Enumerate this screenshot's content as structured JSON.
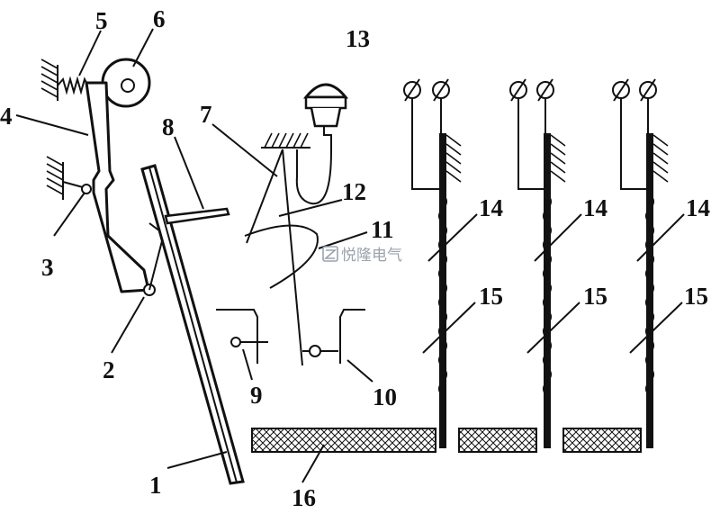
{
  "labels": {
    "l1": "1",
    "l2": "2",
    "l3": "3",
    "l4": "4",
    "l5": "5",
    "l6": "6",
    "l7": "7",
    "l8": "8",
    "l9": "9",
    "l10": "10",
    "l11": "11",
    "l12": "12",
    "l13": "13",
    "l14a": "14",
    "l14b": "14",
    "l14c": "14",
    "l15a": "15",
    "l15b": "15",
    "l15c": "15",
    "l16": "16"
  },
  "watermark": {
    "text": "悦隆电气"
  }
}
